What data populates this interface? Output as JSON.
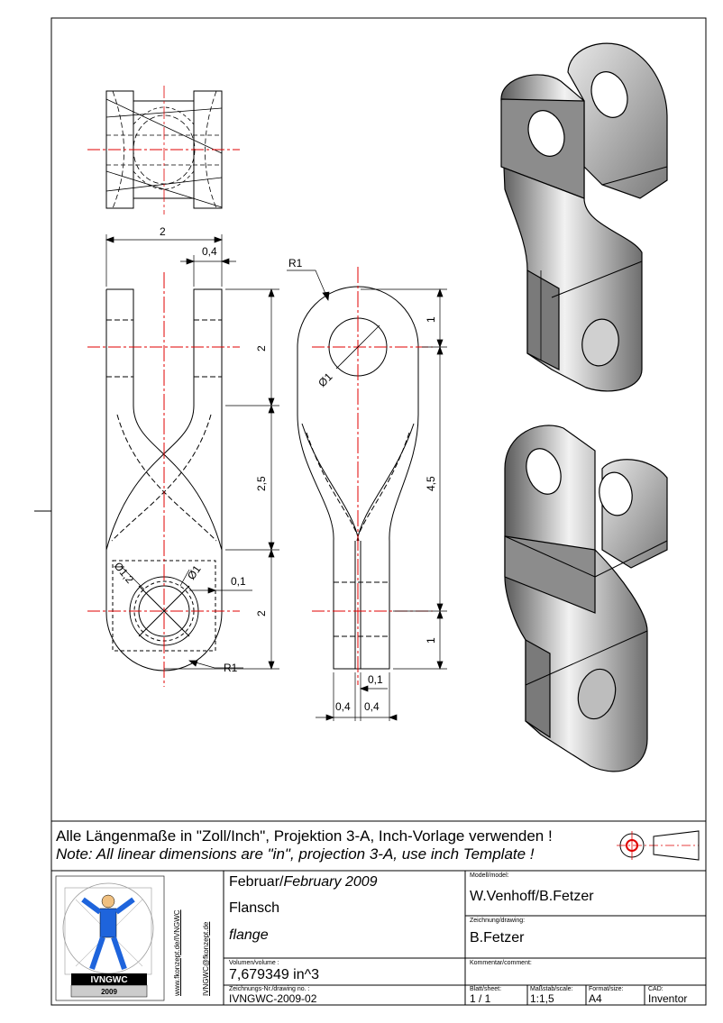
{
  "dimensions": {
    "front_width": "2",
    "prong_width": "0,4",
    "front_top_section": "2",
    "front_twist_section": "2,5",
    "front_bottom_section": "2",
    "front_radius_top": "R1",
    "front_radius_bottom": "R1",
    "outer_dia": "Ø1,2",
    "inner_dia": "Ø1",
    "gap": "0,1",
    "side_hole_dia": "Ø1",
    "side_top": "1",
    "side_total": "4,5",
    "side_bottom": "1",
    "bottom_gap": "0,1",
    "bottom_left": "0,4",
    "bottom_right": "0,4"
  },
  "note": {
    "german": "Alle Längenmaße in \"Zoll/Inch\", Projektion 3-A, Inch-Vorlage verwenden !",
    "english": "Note: All linear dimensions are \"in\", projection 3-A, use inch Template !"
  },
  "title_block": {
    "date": "Februar/",
    "date_en": "February 2009",
    "title_de": "Flansch",
    "title_en": "flange",
    "volume_label": "Volumen/volume :",
    "volume": "7,679349 in^3",
    "drawing_no_label": "Zeichnungs-Nr./drawing no. :",
    "drawing_no": "IVNGWC-2009-02",
    "model_label": "Modell/model:",
    "model_by": "W.Venhoff/B.Fetzer",
    "drawing_label": "Zeichnung/drawing:",
    "drawing_by": "B.Fetzer",
    "comment_label": "Kommentar/comment:",
    "sheet_label": "Blatt/sheet:",
    "sheet": "1 / 1",
    "scale_label": "Maßstab/scale:",
    "scale": "1:1,5",
    "format_label": "Format/size:",
    "format": "A4",
    "cad_label": "CAD:",
    "cad": "Inventor",
    "logo_text": "IVNGWC",
    "logo_year": "2009",
    "url1": "www.fkonzept.de/IVNGWC",
    "url2": "IVNGWC@fkonzept.de"
  }
}
